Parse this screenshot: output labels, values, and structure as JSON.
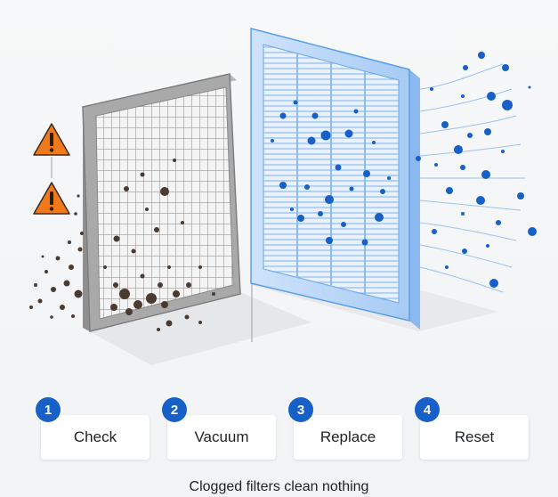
{
  "colors": {
    "accent": "#1660c8",
    "warning": "#f07a1a",
    "dirt": "#4a3a30",
    "clean_filter": "#5b9ee8",
    "dirty_frame": "#8a8a8a"
  },
  "icons": [
    "warning-triangle-icon",
    "warning-triangle-icon"
  ],
  "steps": [
    {
      "number": "1",
      "label": "Check"
    },
    {
      "number": "2",
      "label": "Vacuum"
    },
    {
      "number": "3",
      "label": "Replace"
    },
    {
      "number": "4",
      "label": "Reset"
    }
  ],
  "caption": "Clogged filters clean nothing"
}
